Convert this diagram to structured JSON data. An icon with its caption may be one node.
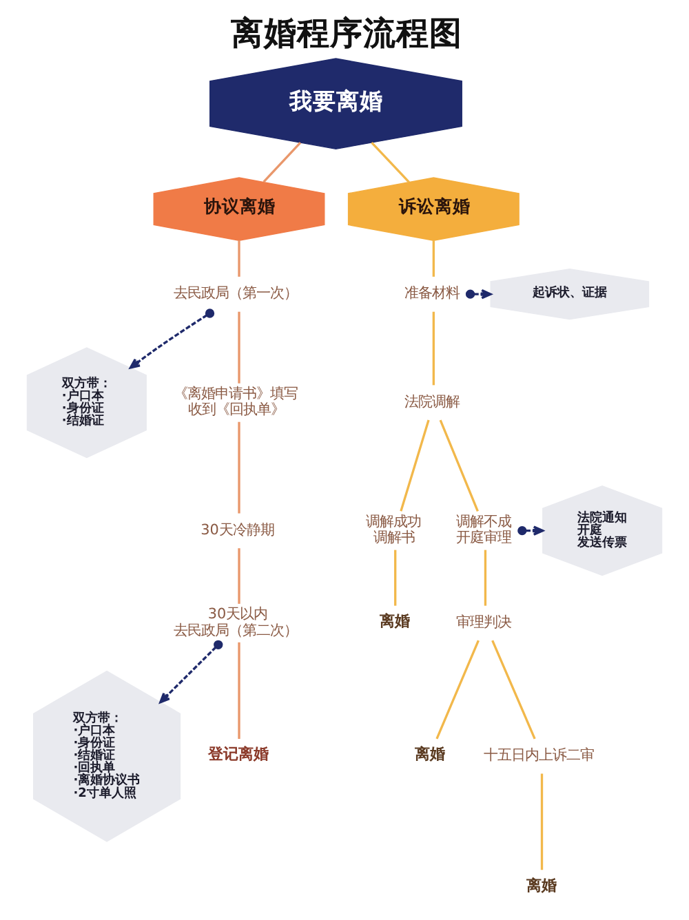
{
  "diagram": {
    "title": "离婚程序流程图",
    "nodes": [
      {
        "text": [
          "我要离婚"
        ]
      },
      {
        "text": [
          "协议离婚"
        ]
      },
      {
        "text": [
          "诉讼离婚"
        ]
      },
      {
        "text": [
          "双方带：",
          "·户口本",
          "·身份证",
          "·结婚证"
        ]
      },
      {
        "text": [
          "去民政局（第一次）"
        ]
      },
      {
        "text": [
          "《离婚申请书》填写",
          "收到《回执单》"
        ]
      },
      {
        "text": [
          "30天冷静期"
        ]
      },
      {
        "text": [
          "双方带：",
          "·户口本",
          "·身份证",
          "·结婚证",
          "·回执单",
          "·离婚协议书",
          "·2寸单人照"
        ]
      },
      {
        "text": [
          "30天以内",
          "去民政局（第二次）"
        ]
      },
      {
        "text": [
          "登记离婚"
        ]
      },
      {
        "text": [
          "起诉状、证据"
        ]
      },
      {
        "text": [
          "准备材料"
        ]
      },
      {
        "text": [
          "法院通知",
          "开庭",
          "发送传票"
        ]
      },
      {
        "text": [
          "法院调解"
        ]
      },
      {
        "text": [
          "调解成功",
          "调解书"
        ]
      },
      {
        "text": [
          "调解不成",
          "开庭审理"
        ]
      },
      {
        "text": [
          "离婚"
        ]
      },
      {
        "text": [
          "审理判决"
        ]
      },
      {
        "text": [
          "离婚"
        ]
      },
      {
        "text": [
          "十五日内上诉二审"
        ]
      },
      {
        "text": [
          "离婚"
        ]
      }
    ],
    "edges": [
      {
        "from": 0,
        "to": 1,
        "arrow": "none",
        "color": "#e9976b"
      },
      {
        "from": 0,
        "to": 2,
        "arrow": "none"
      },
      {
        "from": 1,
        "to": 4,
        "arrow": "none",
        "color": "#e9976b"
      },
      {
        "from": 4,
        "to": 3,
        "arrow": "to",
        "style": "dashed",
        "color": "#1f2a6b"
      },
      {
        "from": 4,
        "to": 5,
        "arrow": "none",
        "color": "#e9976b"
      },
      {
        "from": 5,
        "to": 6,
        "arrow": "none",
        "color": "#e9976b"
      },
      {
        "from": 6,
        "to": 8,
        "arrow": "none",
        "color": "#e9976b"
      },
      {
        "from": 8,
        "to": 7,
        "arrow": "to",
        "style": "dashed",
        "color": "#1f2a6b"
      },
      {
        "from": 8,
        "to": 9,
        "arrow": "none",
        "color": "#e9976b"
      },
      {
        "from": 2,
        "to": 11,
        "arrow": "none"
      },
      {
        "from": 11,
        "to": 10,
        "arrow": "to",
        "style": "dashed",
        "color": "#1f2a6b"
      },
      {
        "from": 11,
        "to": 13,
        "arrow": "none"
      },
      {
        "from": 13,
        "to": 14,
        "arrow": "none"
      },
      {
        "from": 13,
        "to": 15,
        "arrow": "none"
      },
      {
        "from": 15,
        "to": 12,
        "arrow": "to",
        "style": "dashed",
        "color": "#1f2a6b"
      },
      {
        "from": 14,
        "to": 16,
        "arrow": "none"
      },
      {
        "from": 15,
        "to": 17,
        "arrow": "none"
      },
      {
        "from": 17,
        "to": 18,
        "arrow": "none"
      },
      {
        "from": 17,
        "to": 19,
        "arrow": "none"
      },
      {
        "from": 19,
        "to": 20,
        "arrow": "none"
      }
    ]
  }
}
